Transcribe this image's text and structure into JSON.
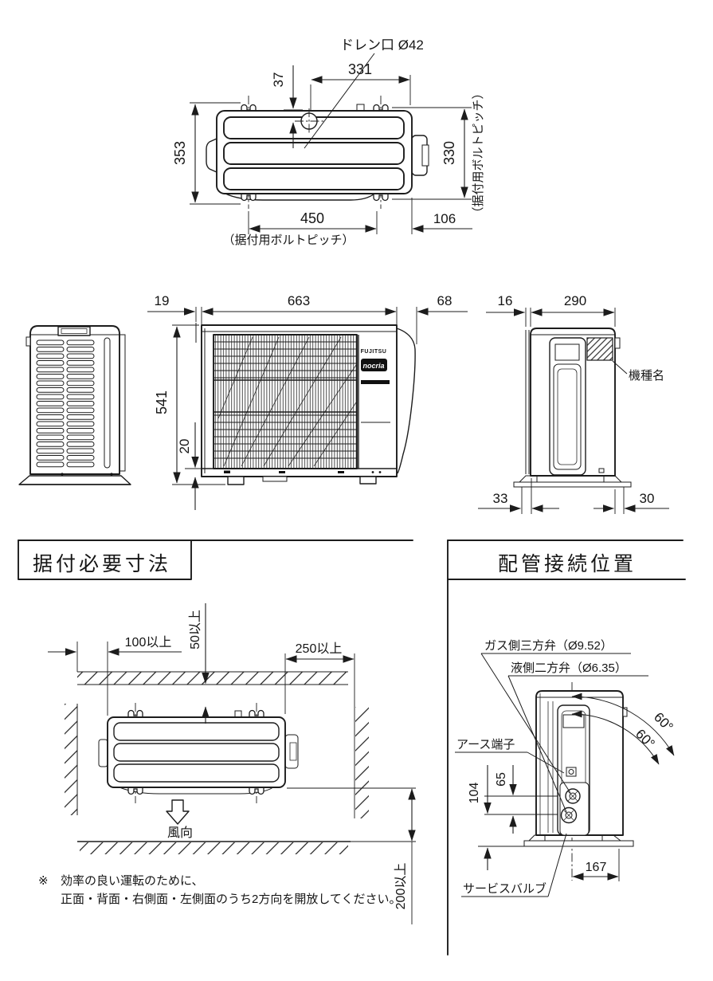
{
  "top_view": {
    "drain_label": "ドレン口 Ø42",
    "bolt_pitch_caption_vertical": "（据付用ボルトピッチ）",
    "bolt_pitch_caption_bottom": "（据付用ボルトピッチ）",
    "dims": {
      "depth_overall": "353",
      "drain_offset": "37",
      "drain_to_edge": "331",
      "bolt_pitch_depth": "330",
      "bolt_pitch_width": "450",
      "edge_margin": "106"
    }
  },
  "front_view": {
    "brand": "FUJITSU",
    "series": "nocria",
    "dims": {
      "flange": "19",
      "width": "663",
      "side_gap": "68",
      "height": "541",
      "bottom_gap": "20"
    }
  },
  "right_side_view": {
    "model_label": "機種名",
    "dims": {
      "back_panel": "16",
      "depth": "290",
      "foot_left": "33",
      "foot_right": "30"
    }
  },
  "install_section": {
    "title": "据付必要寸法",
    "clearances": {
      "left": "100以上",
      "top": "50以上",
      "right": "250以上",
      "bottom": "200以上"
    },
    "wind_label": "風向",
    "note_mark": "※",
    "note_line1": "効率の良い運転のために、",
    "note_line2": "正面・背面・右側面・左側面のうち2方向を開放してください。"
  },
  "piping_section": {
    "title": "配管接続位置",
    "labels": {
      "gas_valve": "ガス側三方弁（Ø9.52）",
      "liquid_valve": "液側二方弁（Ø6.35）",
      "earth_terminal": "アース端子",
      "service_valve": "サービスバルブ"
    },
    "angles": {
      "outer": "60°",
      "inner": "60°"
    },
    "dims": {
      "valve_height": "104",
      "valve_spacing": "65",
      "pipe_center_offset": "167"
    }
  }
}
